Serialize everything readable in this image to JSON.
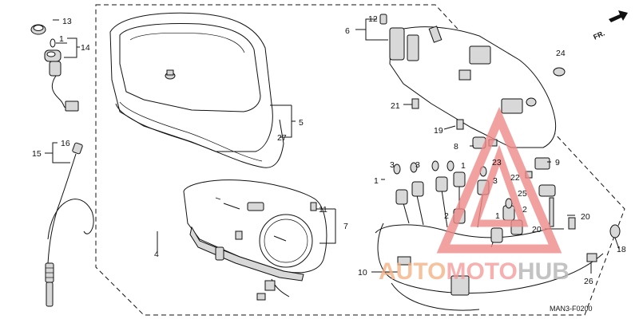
{
  "diagram": {
    "direction_label": "FR.",
    "figure_code": "MAN3-F0200",
    "watermark": {
      "part1": "AUTO",
      "part2": "MOTO",
      "part3": "HUB"
    },
    "callouts": {
      "c1a": "1",
      "c1b": "1",
      "c1c": "1",
      "c1d": "1",
      "c2a": "2",
      "c2b": "2",
      "c3a": "3",
      "c3b": "3",
      "c3c": "3",
      "c4": "4",
      "c5": "5",
      "c6": "6",
      "c7": "7",
      "c8": "8",
      "c9": "9",
      "c10": "10",
      "c11": "11",
      "c12": "12",
      "c13": "13",
      "c14": "14",
      "c15": "15",
      "c16": "16",
      "c18": "18",
      "c19": "19",
      "c20a": "20",
      "c20b": "20",
      "c21": "21",
      "c22": "22",
      "c23": "23",
      "c24": "24",
      "c25": "25",
      "c26": "26",
      "c27": "27"
    }
  }
}
